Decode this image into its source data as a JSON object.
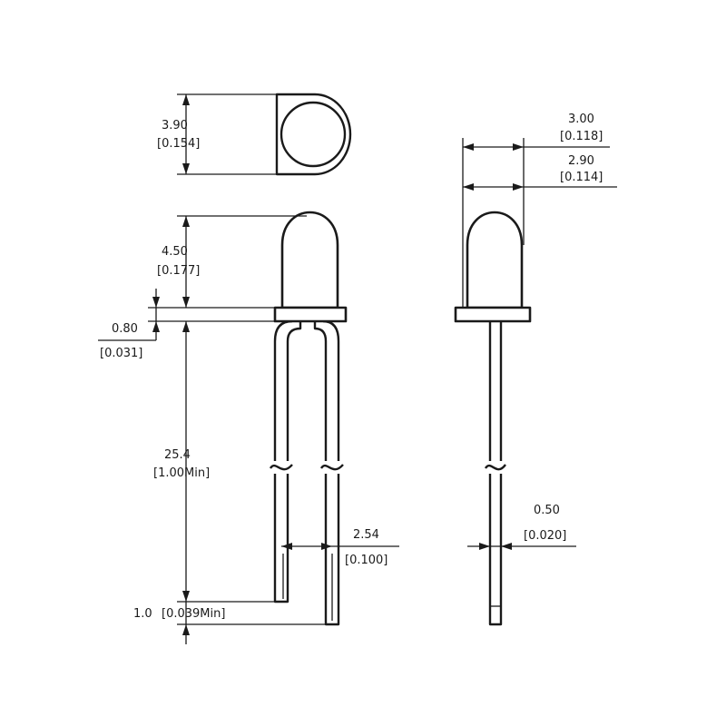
{
  "dimensions": {
    "top_view_diameter": {
      "mm": "3.90",
      "inch": "[0.154]"
    },
    "dome_height": {
      "mm": "4.50",
      "inch": "[0.177]"
    },
    "flange_height": {
      "mm": "0.80",
      "inch": "[0.031]"
    },
    "lead_length": {
      "mm": "25.4",
      "inch": "[1.00Min]"
    },
    "lead_offset": {
      "mm": "1.0",
      "inch": "[0.039Min]"
    },
    "lead_spacing": {
      "mm": "2.54",
      "inch": "[0.100]"
    },
    "flange_diameter": {
      "mm": "3.00",
      "inch": "[0.118]"
    },
    "body_diameter": {
      "mm": "2.90",
      "inch": "[0.114]"
    },
    "lead_width": {
      "mm": "0.50",
      "inch": "[0.020]"
    }
  }
}
